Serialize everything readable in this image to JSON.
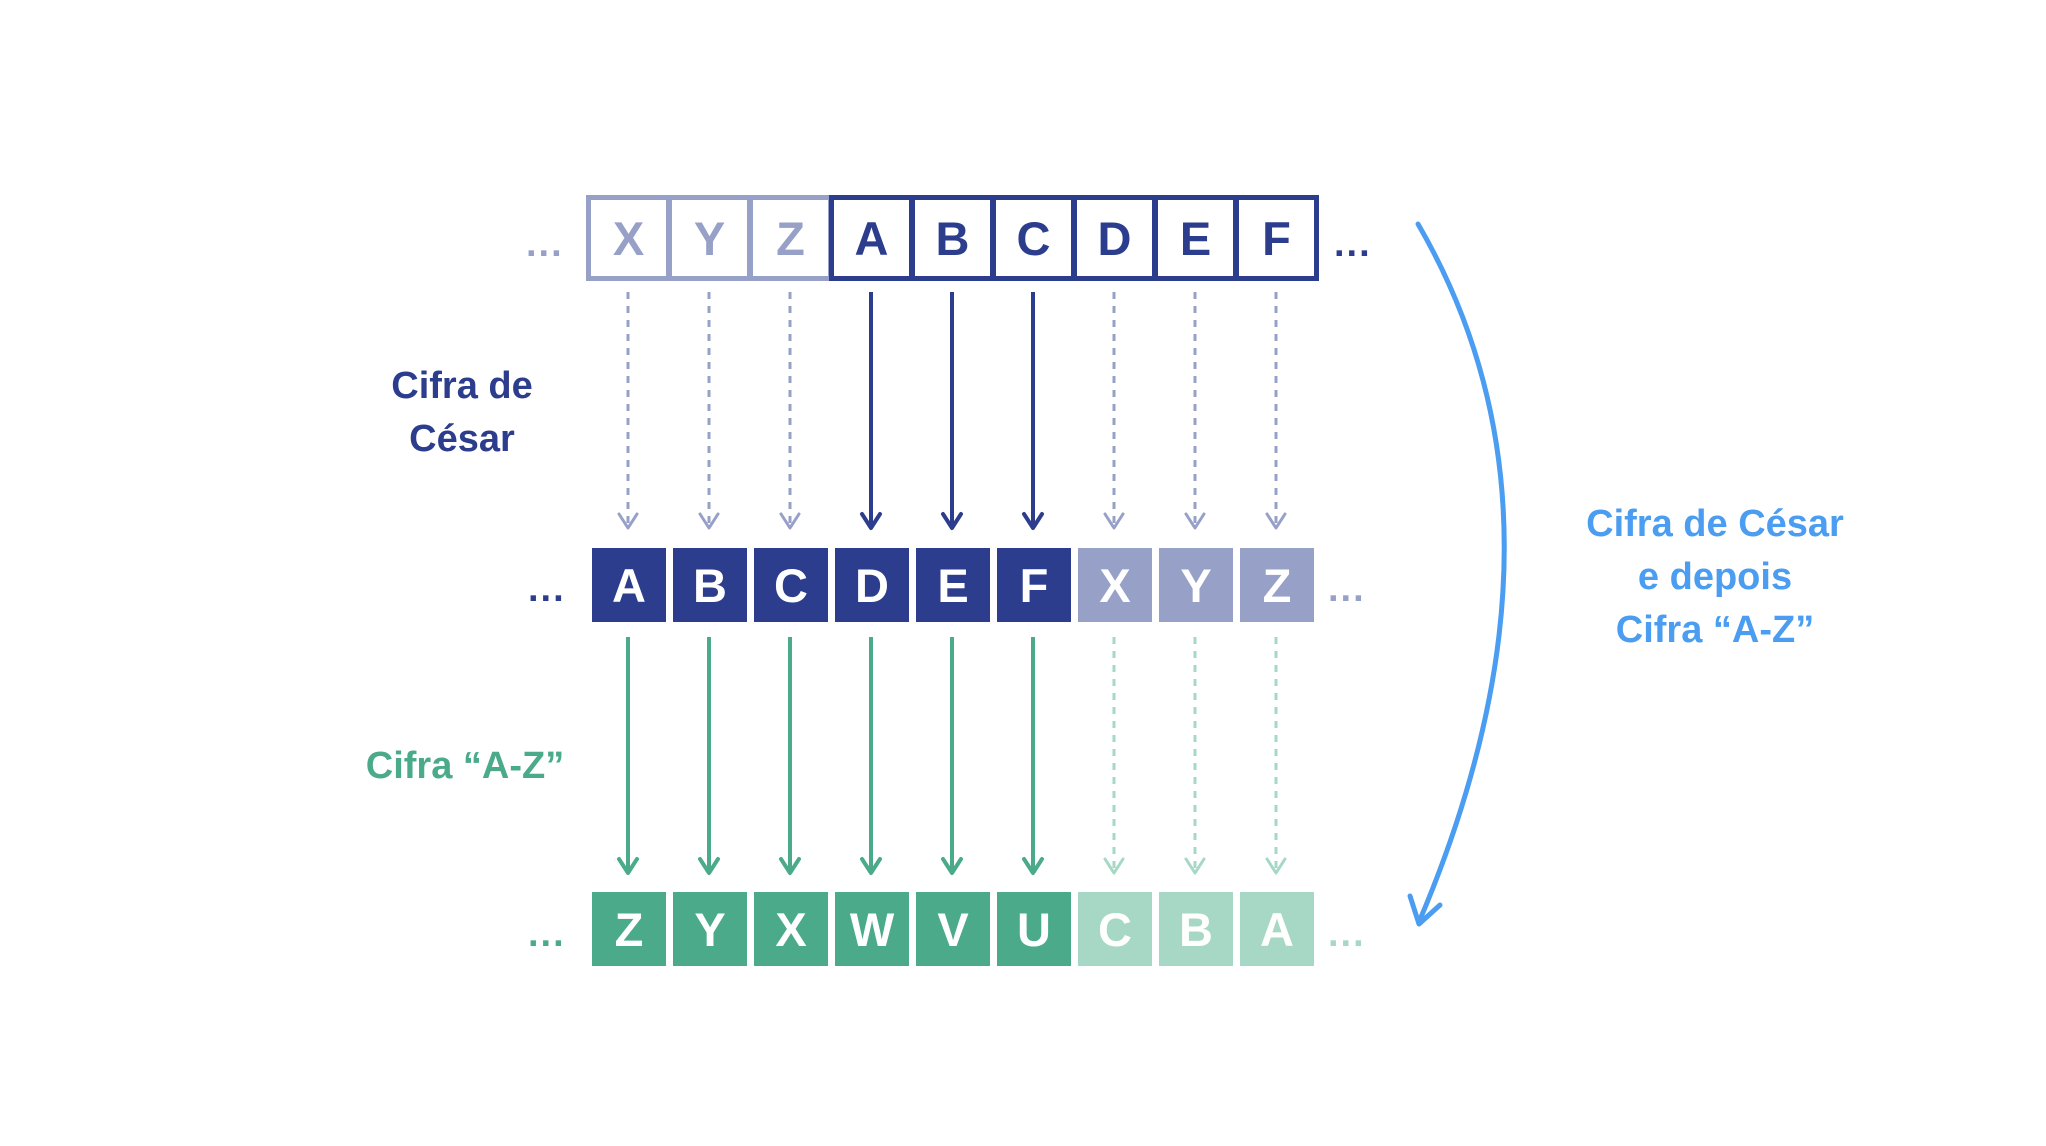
{
  "colors": {
    "navy": "#2b3d8c",
    "navy_light": "#97a0c7",
    "green": "#4aaa8a",
    "green_light": "#a6d8c5",
    "blue": "#4a9df0",
    "white": "#ffffff"
  },
  "ellipsis": "...",
  "rows": {
    "plain": {
      "cells": [
        {
          "letter": "X",
          "active": false
        },
        {
          "letter": "Y",
          "active": false
        },
        {
          "letter": "Z",
          "active": false
        },
        {
          "letter": "A",
          "active": true
        },
        {
          "letter": "B",
          "active": true
        },
        {
          "letter": "C",
          "active": true
        },
        {
          "letter": "D",
          "active": true
        },
        {
          "letter": "E",
          "active": true
        },
        {
          "letter": "F",
          "active": true
        }
      ]
    },
    "caesar": {
      "cells": [
        {
          "letter": "A",
          "active": true
        },
        {
          "letter": "B",
          "active": true
        },
        {
          "letter": "C",
          "active": true
        },
        {
          "letter": "D",
          "active": true
        },
        {
          "letter": "E",
          "active": true
        },
        {
          "letter": "F",
          "active": true
        },
        {
          "letter": "X",
          "active": false
        },
        {
          "letter": "Y",
          "active": false
        },
        {
          "letter": "Z",
          "active": false
        }
      ]
    },
    "atbash": {
      "cells": [
        {
          "letter": "Z",
          "active": true
        },
        {
          "letter": "Y",
          "active": true
        },
        {
          "letter": "X",
          "active": true
        },
        {
          "letter": "W",
          "active": true
        },
        {
          "letter": "V",
          "active": true
        },
        {
          "letter": "U",
          "active": true
        },
        {
          "letter": "C",
          "active": false
        },
        {
          "letter": "B",
          "active": false
        },
        {
          "letter": "A",
          "active": false
        }
      ]
    }
  },
  "arrows": {
    "caesar": [
      false,
      false,
      false,
      true,
      true,
      true,
      false,
      false,
      false
    ],
    "atbash": [
      true,
      true,
      true,
      true,
      true,
      true,
      false,
      false,
      false
    ]
  },
  "labels": {
    "caesar": [
      "Cifra de",
      "César"
    ],
    "atbash": "Cifra “A-Z”",
    "combined": [
      "Cifra de César",
      "e depois",
      "Cifra “A-Z”"
    ]
  }
}
